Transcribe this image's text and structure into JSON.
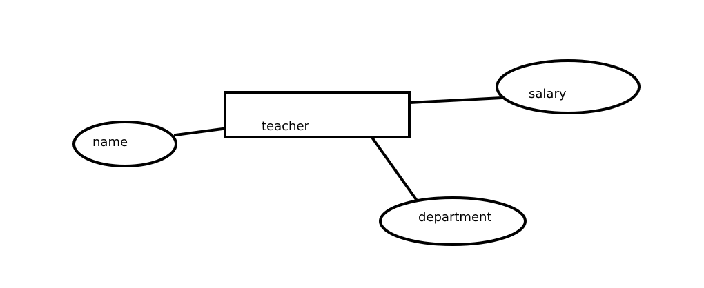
{
  "entity": {
    "label": "teacher"
  },
  "attributes": {
    "name": "name",
    "salary": "salary",
    "department": "department"
  },
  "colors": {
    "stroke": "#000000",
    "background": "#ffffff"
  }
}
